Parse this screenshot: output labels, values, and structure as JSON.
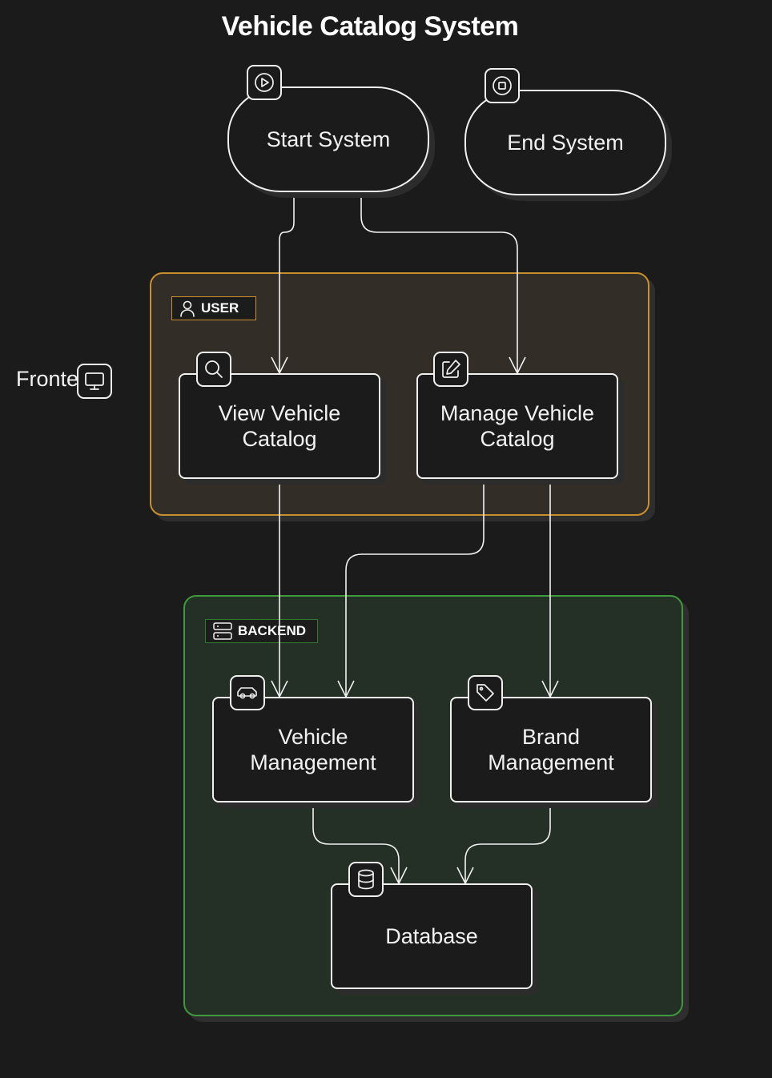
{
  "diagram": {
    "title": "Vehicle Catalog System",
    "side_label": {
      "text": "Fronte",
      "icon": "monitor-icon"
    },
    "groups": {
      "user": {
        "label": "USER",
        "icon": "user-icon",
        "border_color": "#c98f2e",
        "fill_color": "#322d26"
      },
      "backend": {
        "label": "BACKEND",
        "icon": "server-icon",
        "border_color": "#3e9a3a",
        "fill_color": "#243025"
      }
    },
    "nodes": {
      "start_system": {
        "label": "Start System",
        "icon": "play-icon"
      },
      "end_system": {
        "label": "End System",
        "icon": "stop-icon"
      },
      "view_vehicle_catalog": {
        "label": "View Vehicle Catalog",
        "icon": "search-icon"
      },
      "manage_vehicle_catalog": {
        "label": "Manage Vehicle Catalog",
        "icon": "edit-icon"
      },
      "vehicle_management": {
        "label": "Vehicle Management",
        "icon": "car-icon"
      },
      "brand_management": {
        "label": "Brand Management",
        "icon": "tag-icon"
      },
      "database": {
        "label": "Database",
        "icon": "database-icon"
      }
    },
    "edges": [
      {
        "from": "start_system",
        "to": "view_vehicle_catalog"
      },
      {
        "from": "start_system",
        "to": "manage_vehicle_catalog"
      },
      {
        "from": "view_vehicle_catalog",
        "to": "vehicle_management"
      },
      {
        "from": "manage_vehicle_catalog",
        "to": "vehicle_management"
      },
      {
        "from": "manage_vehicle_catalog",
        "to": "brand_management"
      },
      {
        "from": "vehicle_management",
        "to": "database"
      },
      {
        "from": "brand_management",
        "to": "database"
      }
    ]
  }
}
